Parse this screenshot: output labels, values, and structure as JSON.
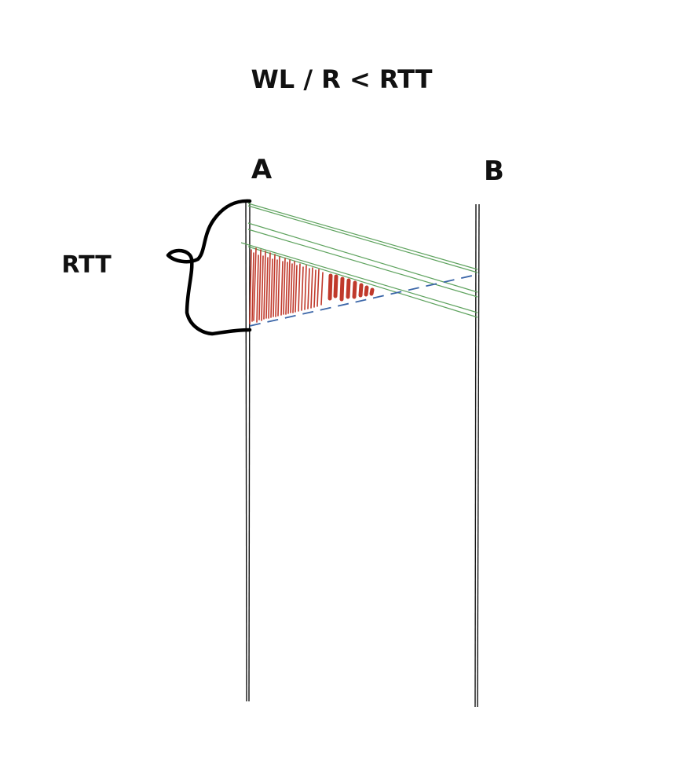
{
  "diagram": {
    "title": "WL / R < RTT",
    "hosts": {
      "left": "A",
      "right": "B"
    },
    "interval_label": "RTT",
    "colors": {
      "timeline": "#111111",
      "brace": "#000000",
      "packet_lines": "#5fa35f",
      "ack_line": "#3b66a8",
      "idle_hatch": "#c0392b"
    }
  }
}
